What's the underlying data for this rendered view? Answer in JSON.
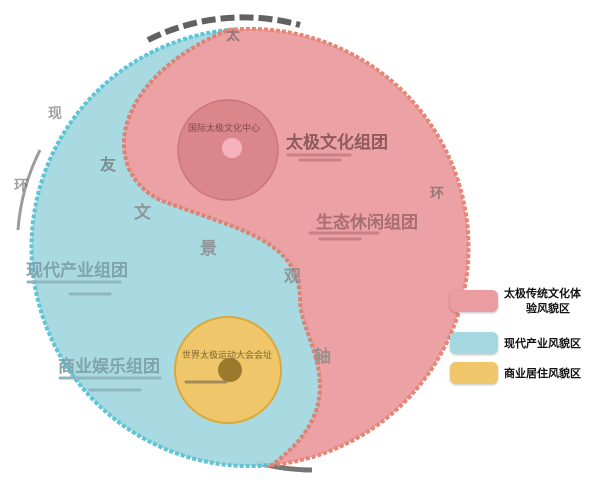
{
  "colors": {
    "culture_zone": "#eb9ca0",
    "modern_zone": "#a5d8e0",
    "commercial_zone": "#efc66a",
    "outline_red": "#e4806f",
    "outline_blue": "#57c2d4",
    "rim_dark": "#333333"
  },
  "diagram": {
    "labels": {
      "culture_group": "太极文化组团",
      "eco_group": "生态休闲组团",
      "modern_group": "现代产业组团",
      "commerce_group": "商业娱乐组团",
      "culture_center": "国际太极文化中心",
      "games_site": "世界太极运动大会会址"
    },
    "axis_chars": [
      "文",
      "景",
      "观",
      "轴"
    ],
    "rim_chars": [
      "友",
      "太",
      "现",
      "环",
      "环"
    ]
  },
  "legend": {
    "items": [
      {
        "line1": "太极传统文化体",
        "line2": "验风貌区",
        "color": "#eb9ca0"
      },
      {
        "line1": "现代产业风貌区",
        "line2": "",
        "color": "#a5d8e0"
      },
      {
        "line1": "商业居住风貌区",
        "line2": "",
        "color": "#efc66a"
      }
    ]
  }
}
